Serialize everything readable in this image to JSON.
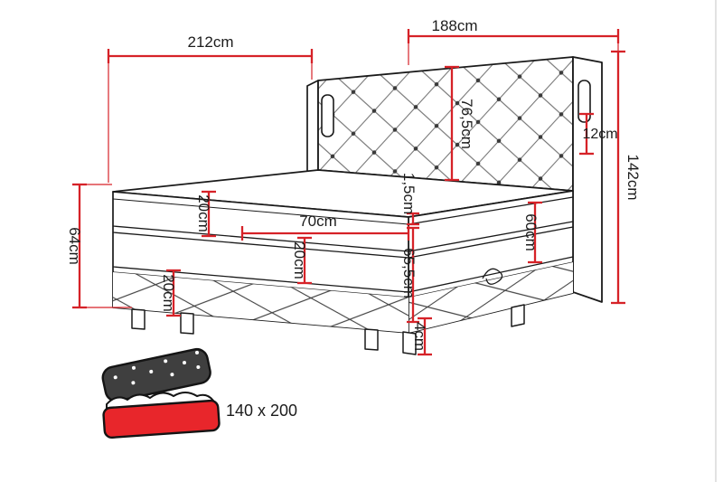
{
  "colors": {
    "dimension_red": "#d62228",
    "outline_black": "#1a1a1a",
    "icon_mattress_red": "#e8262b",
    "icon_lid_dark": "#3f3f3f"
  },
  "dimensions": {
    "total_length": "212cm",
    "headboard_width": "188cm",
    "headboard_height": "76,5cm",
    "headboard_depth": "12cm",
    "total_height": "142cm",
    "side_height": "64cm",
    "top_mattress_thickness": "20cm",
    "half_width": "70cm",
    "middle_mattress_thickness": "20cm",
    "base_thickness": "20cm",
    "topper_seam": "1,5cm",
    "lower_stack_height": "65,5cm",
    "box_height": "60cm",
    "leg_height": "4cm"
  },
  "size_badge": "140 x 200"
}
